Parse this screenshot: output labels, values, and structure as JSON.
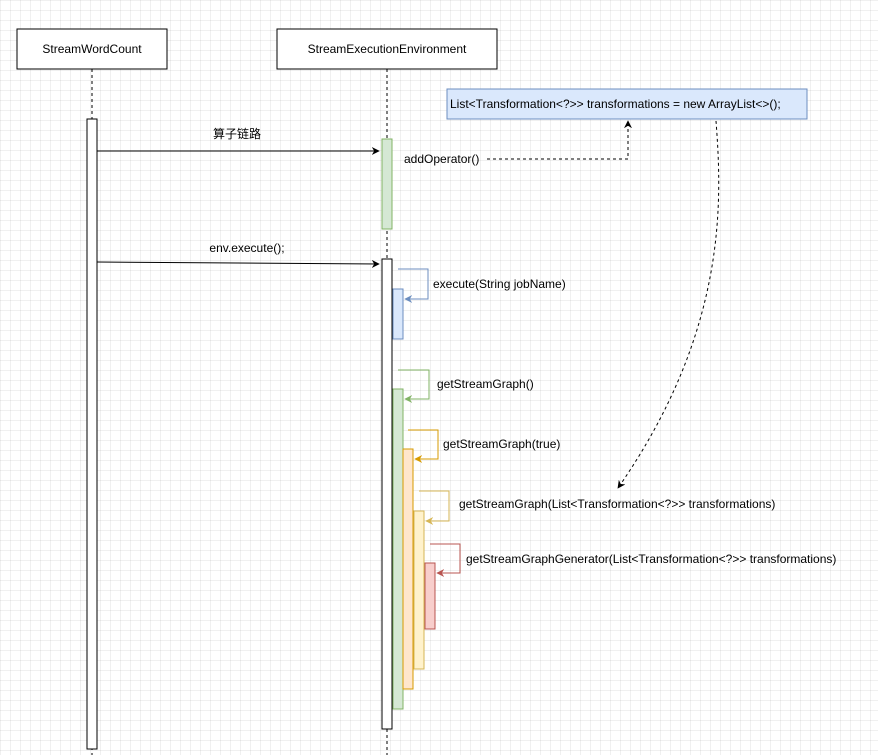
{
  "participants": {
    "word_count": "StreamWordCount",
    "exec_env": "StreamExecutionEnvironment"
  },
  "note": {
    "text": "List<Transformation<?>> transformations = new ArrayList<>();"
  },
  "messages": {
    "operator_chain": "算子链路",
    "env_execute": "env.execute();",
    "add_operator": "addOperator()",
    "execute_job": "execute(String jobName)",
    "get_stream_graph": "getStreamGraph()",
    "get_stream_graph_true": "getStreamGraph(true)",
    "get_stream_graph_list": "getStreamGraph(List<Transformation<?>> transformations)",
    "get_stream_graph_generator": "getStreamGraphGenerator(List<Transformation<?>> transformations)"
  },
  "colors": {
    "green_fill": "#d5e8d4",
    "green_stroke": "#82b366",
    "blue_fill": "#dae8fc",
    "blue_stroke": "#6c8ebf",
    "orange_fill": "#ffe6cc",
    "orange_stroke": "#d79b00",
    "yellow_fill": "#fff2cc",
    "yellow_stroke": "#d6b656",
    "red_fill": "#f8cecc",
    "red_stroke": "#b85450"
  }
}
